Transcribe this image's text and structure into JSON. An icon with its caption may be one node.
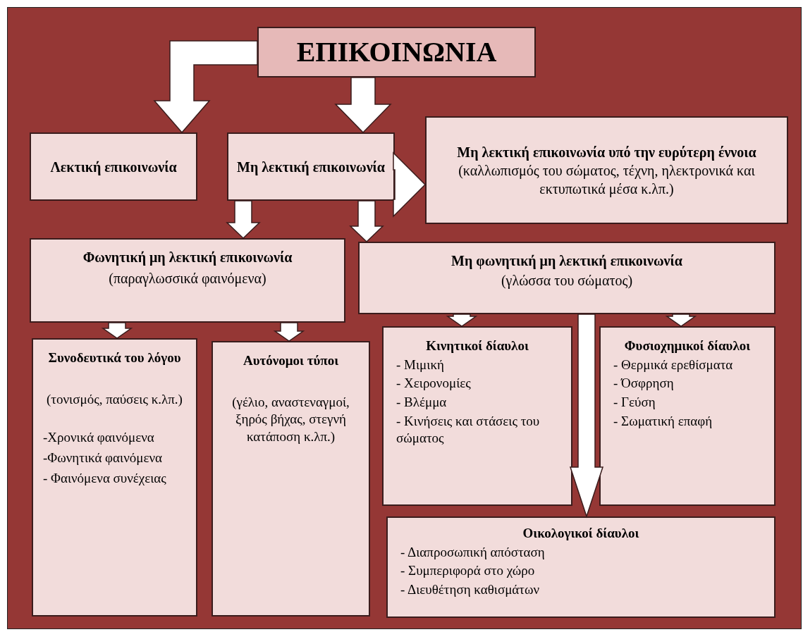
{
  "diagram": {
    "nodes": [
      {
        "text": [
          "ΕΠΙΚΟΙΝΩΝΙΑ"
        ]
      },
      {
        "text": [
          "Λεκτική επικοινωνία"
        ]
      },
      {
        "text": [
          "Μη λεκτική επικοινωνία"
        ]
      },
      {
        "text": [
          "Μη λεκτική επικοινωνία υπό την ευρύτερη έννοια",
          "(καλλωπισμός του σώματος, τέχνη, ηλεκτρονικά και εκτυπωτικά μέσα κ.λπ.)"
        ]
      },
      {
        "text": [
          "Φωνητική μη λεκτική επικοινωνία",
          "(παραγλωσσικά φαινόμενα)"
        ]
      },
      {
        "text": [
          "Μη φωνητική μη λεκτική επικοινωνία",
          "(γλώσσα του σώματος)"
        ]
      },
      {
        "text": [
          "Συνοδευτικά του λόγου",
          "(τονισμός, παύσεις κ.λπ.)",
          "-Χρονικά φαινόμενα",
          "-Φωνητικά φαινόμενα",
          "- Φαινόμενα συνέχειας"
        ]
      },
      {
        "text": [
          "Αυτόνομοι τύποι",
          "(γέλιο, αναστεναγμοί, ξηρός βήχας, στεγνή κατάποση κ.λπ.)"
        ]
      },
      {
        "text": [
          "Κινητικοί δίαυλοι",
          "- Μιμική",
          "- Χειρονομίες",
          "- Βλέμμα",
          "- Κινήσεις και  στάσεις του σώματος"
        ]
      },
      {
        "text": [
          "Φυσιοχημικοί δίαυλοι",
          "- Θερμικά ερεθίσματα",
          "- Όσφρηση",
          "- Γεύση",
          "- Σωματική επαφή"
        ]
      },
      {
        "text": [
          "Οικολογικοί δίαυλοι",
          "- Διαπροσωπική απόσταση",
          "- Συμπεριφορά στο χώρο",
          "- Διευθέτηση καθισμάτων"
        ]
      }
    ],
    "edges": [
      {
        "from": 0,
        "to": 1,
        "arrow": "to"
      },
      {
        "from": 0,
        "to": 2,
        "arrow": "to"
      },
      {
        "from": 2,
        "to": 3,
        "arrow": "to"
      },
      {
        "from": 2,
        "to": 4,
        "arrow": "to"
      },
      {
        "from": 2,
        "to": 5,
        "arrow": "to"
      },
      {
        "from": 4,
        "to": 6,
        "arrow": "to"
      },
      {
        "from": 4,
        "to": 7,
        "arrow": "to"
      },
      {
        "from": 5,
        "to": 8,
        "arrow": "to"
      },
      {
        "from": 5,
        "to": 9,
        "arrow": "to"
      },
      {
        "from": 5,
        "to": 10,
        "arrow": "to"
      }
    ]
  }
}
